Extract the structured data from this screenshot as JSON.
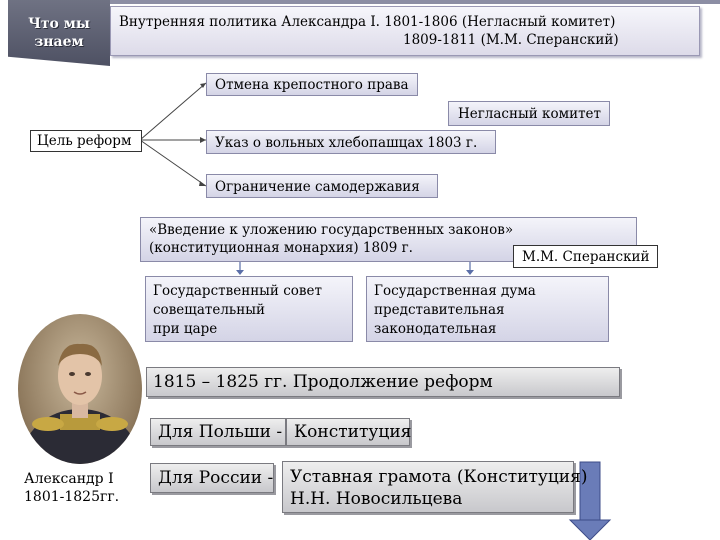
{
  "badge": {
    "line1": "Что мы",
    "line2": "знаем"
  },
  "header": {
    "line1": "Внутренняя политика Александра I.  1801-1806 (Негласный комитет)",
    "line2": "1809-1811 (М.М. Сперанский)"
  },
  "diagram": {
    "goal": "Цель реформ",
    "goals": [
      "Отмена крепостного права",
      "Указ о вольных хлебопашцах 1803 г.",
      "Ограничение самодержавия"
    ],
    "secret_committee": "Негласный комитет",
    "speransky_project_line1": "«Введение к уложению государственных законов»",
    "speransky_project_line2": "(конституционная монархия) 1809 г.",
    "speransky": "М.М. Сперанский",
    "state_council": [
      "Государственный совет",
      "совещательный",
      "при царе"
    ],
    "state_duma": [
      "Государственная дума",
      "представительная",
      "законодательная"
    ],
    "continuation": "1815 – 1825 гг. Продолжение реформ",
    "poland_label": "Для Польши -",
    "poland_value": "Конституция",
    "russia_label": "Для России -",
    "russia_value_line1": "Уставная грамота (Конституция)",
    "russia_value_line2": "Н.Н. Новосильцева"
  },
  "portrait": {
    "caption_line1": "Александр I",
    "caption_line2": "1801-1825гг."
  },
  "colors": {
    "badge": "#5f6274",
    "box_border": "#8a8aa8",
    "arrow": "#6a7cb8",
    "connector": "#444444"
  }
}
